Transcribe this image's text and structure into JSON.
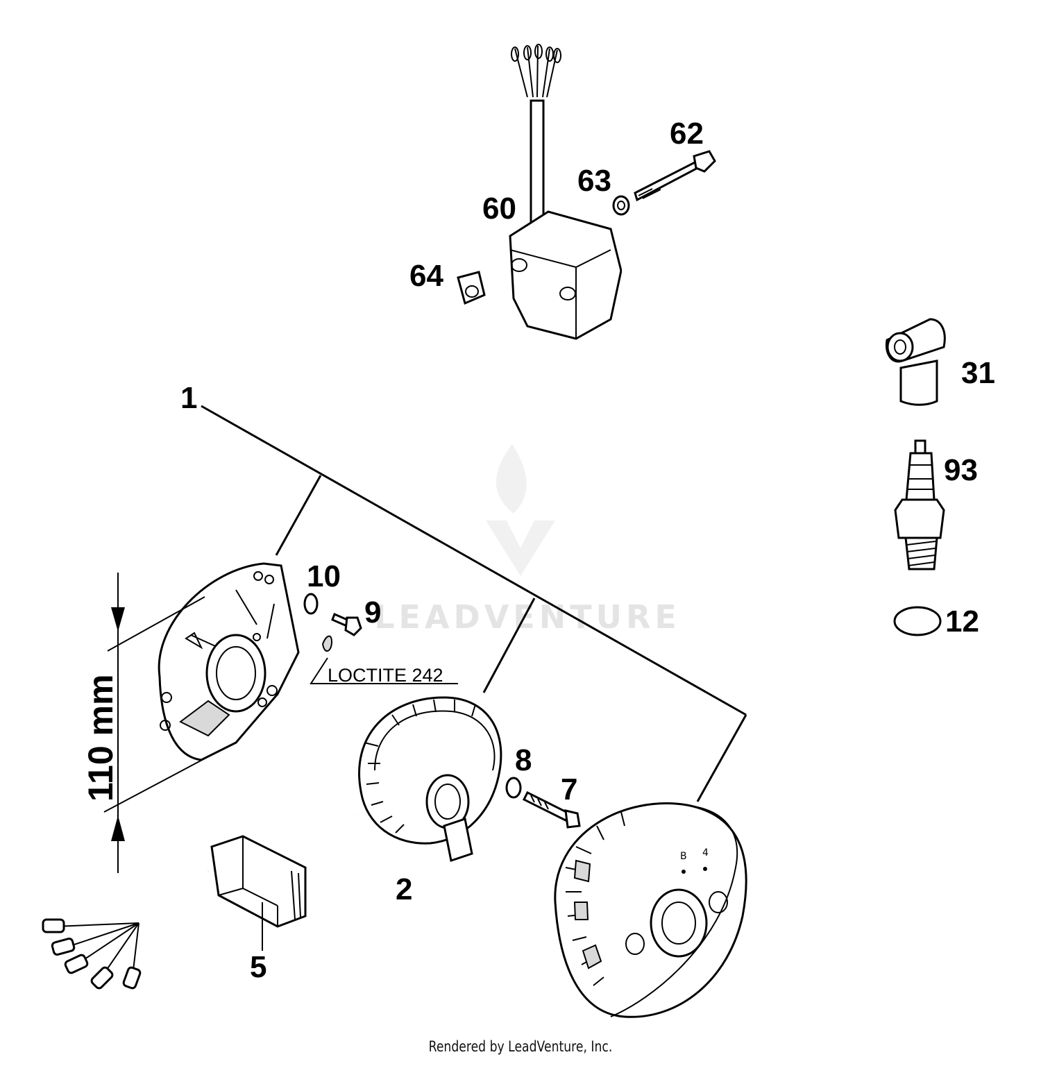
{
  "callouts": {
    "c1": "1",
    "c2": "2",
    "c5": "5",
    "c7": "7",
    "c8": "8",
    "c9": "9",
    "c10": "10",
    "c12": "12",
    "c31": "31",
    "c60": "60",
    "c62": "62",
    "c63": "63",
    "c64": "64",
    "c93": "93"
  },
  "annotations": {
    "loctite": "LOCTITE 242",
    "dimension": "110 mm"
  },
  "watermark": "LEADVENTURE",
  "footer": "Rendered by LeadVenture, Inc.",
  "colors": {
    "line": "#000000",
    "background": "#ffffff",
    "watermark": "#e4e4e4"
  },
  "icons": [
    "leadventure-logo-icon"
  ]
}
